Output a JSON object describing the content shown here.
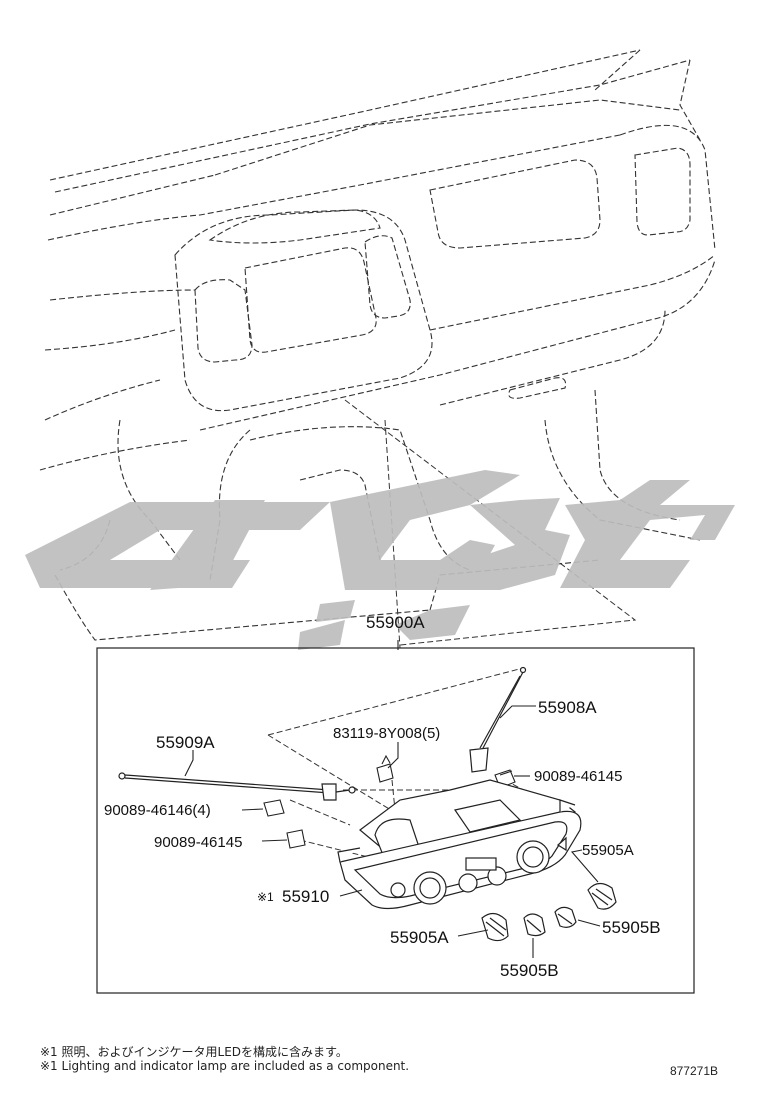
{
  "watermark": {
    "color": "#bdbdbd"
  },
  "part_labels": {
    "heater_control_assy": "55900A",
    "cable_sub_assy_a": "55908A",
    "cable_sub_assy_b": "55909A",
    "bulb": "83119-8Y008(5)",
    "clamp_right": "90089-46145",
    "clamp_left_qty": "90089-46146(4)",
    "clamp_left": "90089-46145",
    "control_panel_mark": "※1",
    "control_panel": "55910",
    "knob_a_right": "55905A",
    "knob_b_right": "55905B",
    "knob_a_left": "55905A",
    "knob_b_bottom": "55905B"
  },
  "notes": {
    "japanese": "※1 照明、およびインジケータ用LEDを構成に含みます。",
    "english": "※1 Lighting and indicator lamp are included as a component."
  },
  "figure_number": "877271B"
}
